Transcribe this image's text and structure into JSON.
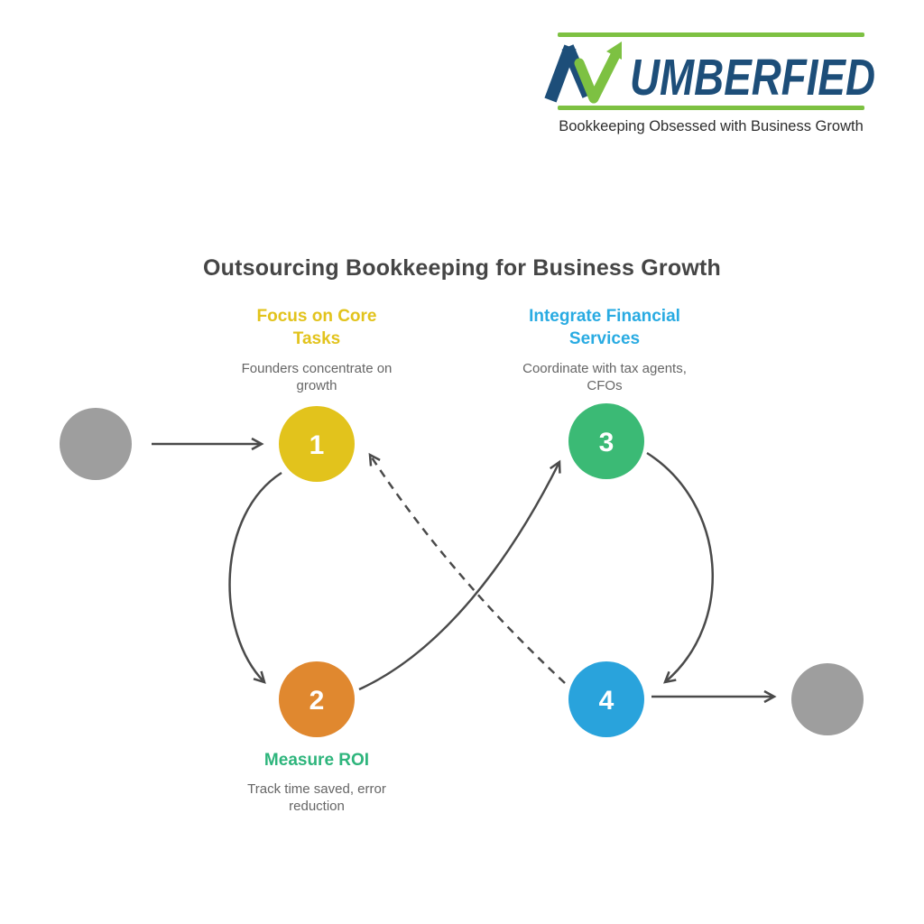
{
  "logo": {
    "brand": "NUMBERFIED",
    "brand_rest_letters": "UMBERFIED",
    "tagline": "Bookkeeping Obsessed with Business Growth",
    "green": "#7DC142",
    "navy": "#1D4E79"
  },
  "diagram": {
    "title": "Outsourcing Bookkeeping for Business Growth",
    "title_color": "#454545",
    "arrow_color": "#4A4A4A",
    "terminal_color": "#9E9E9E",
    "steps": [
      {
        "number": "1",
        "label": "Focus on Core Tasks",
        "label_color": "#E2C31C",
        "circle_color": "#E2C31C",
        "description": "Founders concentrate on growth"
      },
      {
        "number": "2",
        "label": "Measure ROI",
        "label_color": "#2EB57C",
        "circle_color": "#E0882F",
        "description": "Track time saved, error reduction"
      },
      {
        "number": "3",
        "label": "Integrate Financial Services",
        "label_color": "#29ABE2",
        "circle_color": "#3BBA75",
        "description": "Coordinate with tax agents, CFOs"
      },
      {
        "number": "4",
        "circle_color": "#29A3DC"
      }
    ],
    "edges": [
      {
        "from": "start",
        "to": "1",
        "style": "solid"
      },
      {
        "from": "1",
        "to": "2",
        "style": "solid"
      },
      {
        "from": "2",
        "to": "3",
        "style": "solid"
      },
      {
        "from": "3",
        "to": "4",
        "style": "solid"
      },
      {
        "from": "4",
        "to": "1",
        "style": "dashed"
      },
      {
        "from": "4",
        "to": "end",
        "style": "solid"
      }
    ]
  }
}
